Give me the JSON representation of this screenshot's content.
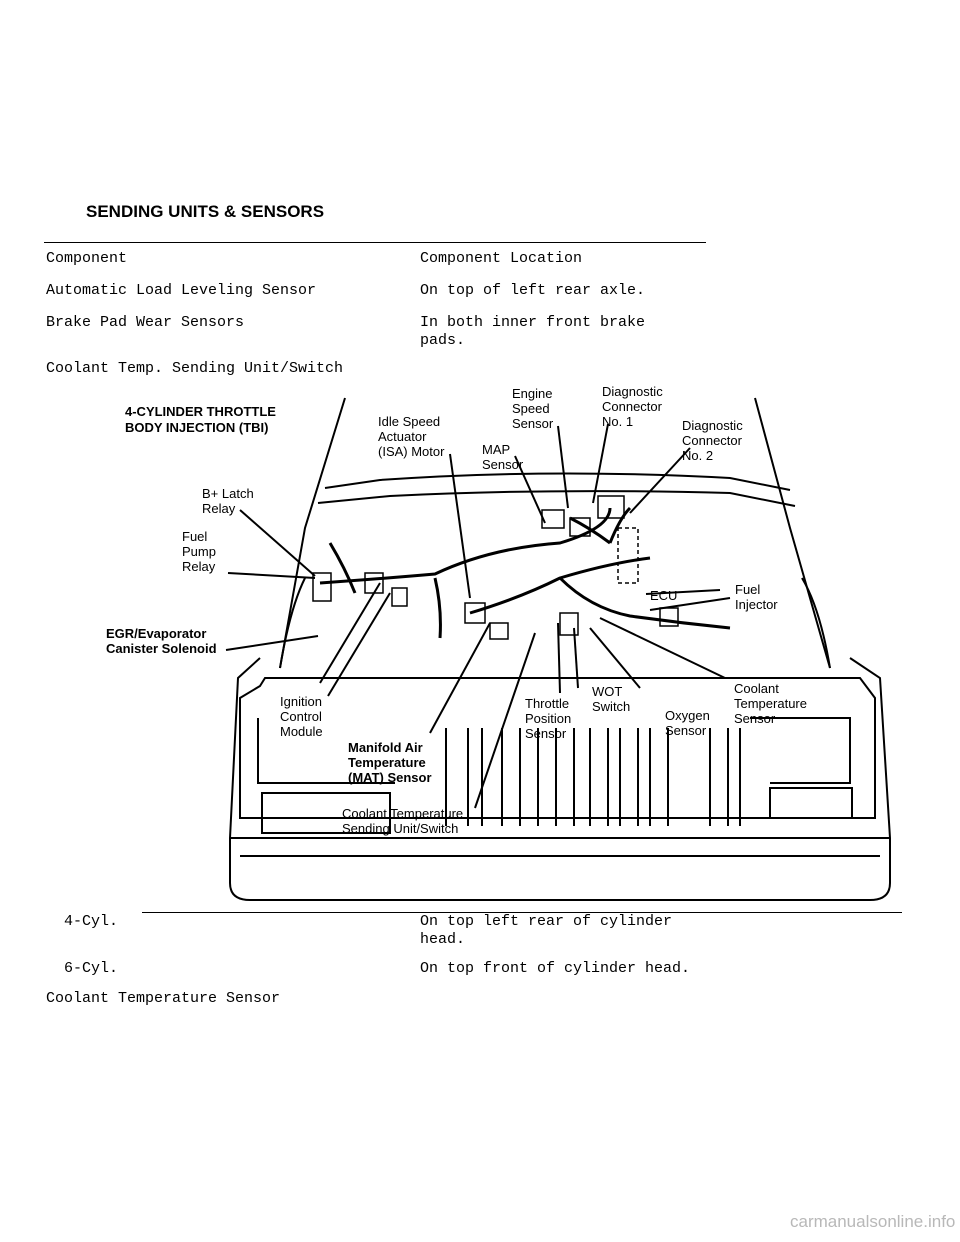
{
  "section_title": "SENDING UNITS & SENSORS",
  "table": {
    "headers": {
      "component": "Component",
      "location": "Component Location"
    },
    "rows": [
      {
        "component": "Automatic Load Leveling Sensor",
        "location": "On top of left rear axle."
      },
      {
        "component": "Brake Pad Wear Sensors",
        "location": "In both inner front brake\npads."
      },
      {
        "component": "Coolant Temp. Sending Unit/Switch",
        "location": ""
      }
    ],
    "rows_after": [
      {
        "component": "  4-Cyl.",
        "location": "On top left rear of cylinder\nhead."
      },
      {
        "component": "  6-Cyl.",
        "location": "On top front of cylinder head."
      },
      {
        "component": "Coolant Temperature Sensor",
        "location": ""
      }
    ]
  },
  "figure": {
    "title_lines": [
      "4-CYLINDER THROTTLE",
      "BODY INJECTION (TBI)"
    ],
    "labels": {
      "idle_speed": [
        "Idle Speed",
        "Actuator",
        "(ISA) Motor"
      ],
      "engine_speed": [
        "Engine",
        "Speed",
        "Sensor"
      ],
      "diag1": [
        "Diagnostic",
        "Connector",
        "No. 1"
      ],
      "diag2": [
        "Diagnostic",
        "Connector",
        "No. 2"
      ],
      "map": [
        "MAP",
        "Sensor"
      ],
      "b_latch": [
        "B+ Latch",
        "Relay"
      ],
      "fuel_pump": [
        "Fuel",
        "Pump",
        "Relay"
      ],
      "egr": [
        "EGR/Evaporator",
        "Canister Solenoid"
      ],
      "ecu": "ECU",
      "fuel_injector": [
        "Fuel",
        "Injector"
      ],
      "ignition": [
        "Ignition",
        "Control",
        "Module"
      ],
      "mat": [
        "Manifold Air",
        "Temperature",
        "(MAT) Sensor"
      ],
      "throttle": [
        "Throttle",
        "Position",
        "Sensor"
      ],
      "wot": [
        "WOT",
        "Switch"
      ],
      "oxygen": [
        "Oxygen",
        "Sensor"
      ],
      "coolant_temp_sensor": [
        "Coolant",
        "Temperature",
        "Sensor"
      ],
      "coolant_sending": [
        "Coolant Temperature",
        "Sending Unit/Switch"
      ]
    }
  },
  "watermark": "carmanualsonline.info"
}
